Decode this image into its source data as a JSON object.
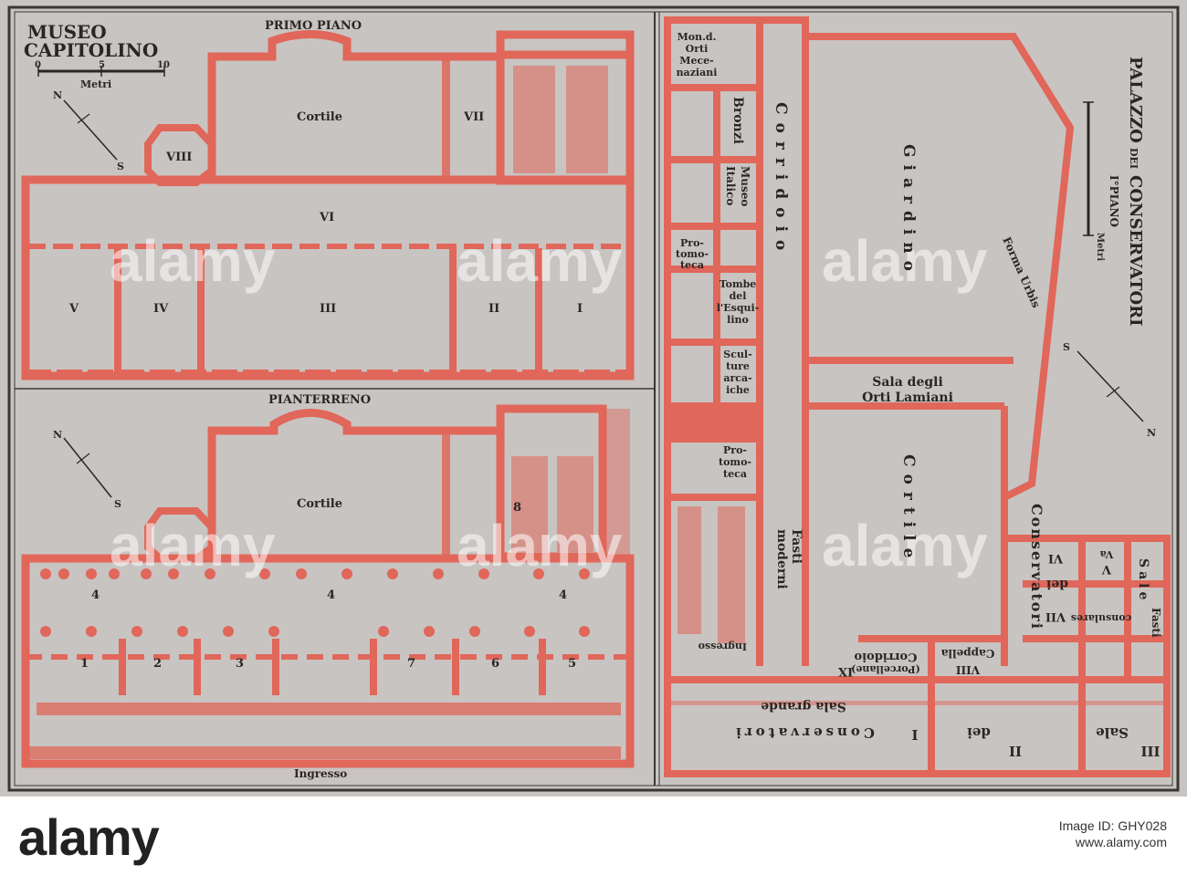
{
  "left_panel": {
    "title_line1": "MUSEO",
    "title_line2": "CAPITOLINO",
    "scale": {
      "ticks": [
        "0",
        "5",
        "10"
      ],
      "unit": "Metri"
    },
    "compass": {
      "n": "N",
      "s": "S"
    },
    "upper_floor": {
      "heading": "PRIMO PIANO",
      "rooms": [
        "Cortile",
        "VII",
        "VIII",
        "VI",
        "V",
        "IV",
        "III",
        "II",
        "I"
      ]
    },
    "ground_floor": {
      "heading": "PIANTERRENO",
      "rooms": [
        "Cortile",
        "8",
        "4",
        "4",
        "4",
        "1",
        "2",
        "3",
        "7",
        "6",
        "5"
      ],
      "entrance": "Ingresso"
    }
  },
  "right_panel": {
    "title_main": "PALAZZO",
    "title_dei": "DEI",
    "title_cons": "CONSERVATORI",
    "subtitle": "I°PIANO",
    "scale_unit": "Metri",
    "compass": {
      "n": "N",
      "s": "S"
    },
    "rooms": {
      "mon_orti": [
        "Mon.d.",
        "Orti",
        "Mece-",
        "naziani"
      ],
      "bronzi": "Bronzi",
      "museo_italico": [
        "Museo",
        "Italico"
      ],
      "protomoteca_1": [
        "Pro-",
        "tomo-",
        "teca"
      ],
      "tombe": [
        "Tombe",
        "del",
        "l'Esqui-",
        "lino"
      ],
      "sculture": [
        "Scul-",
        "ture",
        "arca-",
        "iche"
      ],
      "corridoio": "Corridoio",
      "giardino": "Giardino",
      "forma_urbis": "Forma Urbis",
      "sala_orti": [
        "Sala degli",
        "Orti Lamiani"
      ],
      "cortile": "Cortile",
      "protomoteca_2": [
        "Pro-",
        "tomo-",
        "teca"
      ],
      "fasti_moderni": [
        "Fasti",
        "moderni"
      ],
      "ingresso": "Ingresso",
      "corridoio_porcellane": [
        "Corridoio",
        "(Porcellane)"
      ],
      "cappella": "Cappella",
      "room_ix": "IX",
      "room_viii": "VIII",
      "room_vii": "VII",
      "room_vi": "VI",
      "room_va": "Va",
      "room_v": "V",
      "conservatori_col": "Conservatori",
      "dei_col": "dei",
      "sale_col": "Sale",
      "consulares": "consulares",
      "fasti_col": "Fasti",
      "sala_grande": "Sala grande",
      "room_i": "I",
      "conservatori_row": "Conservatori",
      "room_ii": "II",
      "dei_row": "dei",
      "room_iii": "III",
      "sale_row": "Sale"
    }
  },
  "watermark": "alamy",
  "footer": {
    "logo": "alamy",
    "image_id": "Image ID: GHY028",
    "site": "www.alamy.com"
  },
  "colors": {
    "paper": "#c8c4c2",
    "walls": "#e0675a",
    "frame": "#3a3634",
    "ink": "#2b2624"
  }
}
